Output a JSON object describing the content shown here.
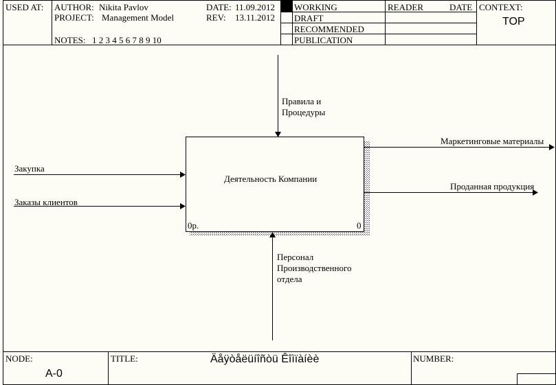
{
  "header": {
    "used_at": "USED AT:",
    "author_label": "AUTHOR:",
    "author": "Nikita Pavlov",
    "project_label": "PROJECT:",
    "project": "Management Model",
    "date_label": "DATE:",
    "date": "11.09.2012",
    "rev_label": "REV:",
    "rev": "13.11.2012",
    "notes_label": "NOTES:",
    "notes_numbers": "1  2  3  4  5  6  7  8  9  10",
    "status": [
      "WORKING",
      "DRAFT",
      "RECOMMENDED",
      "PUBLICATION"
    ],
    "reader_label": "READER",
    "reader_date_label": "DATE",
    "context_label": "CONTEXT:",
    "context_value": "TOP"
  },
  "diagram": {
    "activity_label": "Деятельность  Компании",
    "activity_cost": "0р.",
    "activity_number": "0",
    "control_label": [
      "Правила и",
      "Процедуры"
    ],
    "mechanism_label": [
      "Персонал",
      "Производственного",
      "отдела"
    ],
    "inputs": [
      "Закупка",
      "Заказы клиентов"
    ],
    "outputs": [
      "Маркетинговые материалы",
      "Проданная продукция"
    ]
  },
  "footer": {
    "node_label": "NODE:",
    "node_value": "A-0",
    "title_label": "TITLE:",
    "title_value": "Äåÿòåëüíîñòü  Êîìïàíèè",
    "number_label": "NUMBER:"
  }
}
